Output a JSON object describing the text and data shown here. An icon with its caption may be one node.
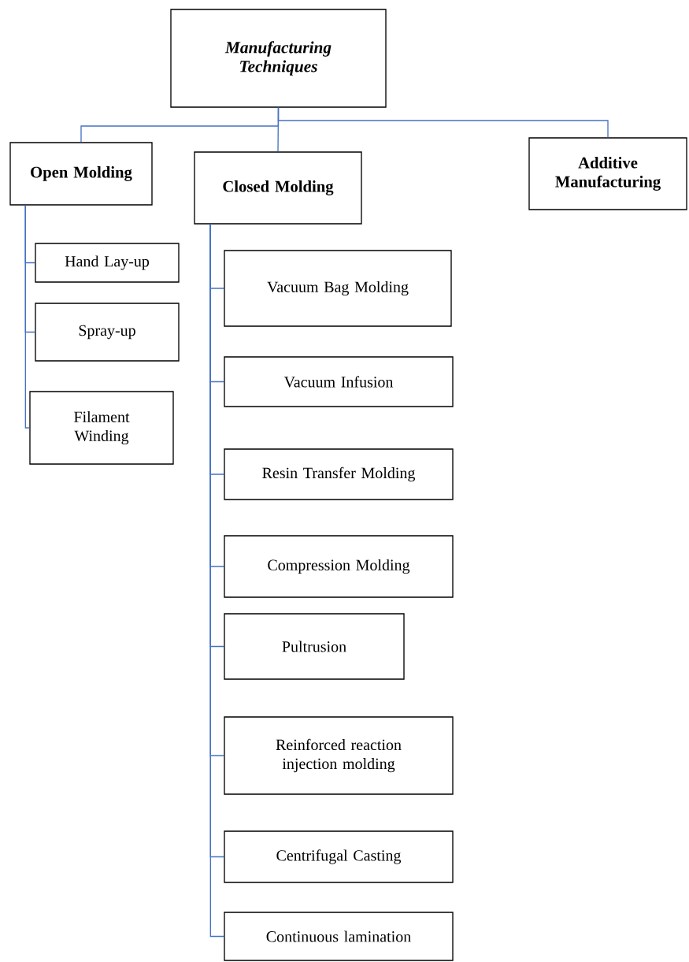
{
  "diagram": {
    "nodes": [
      {
        "text": [
          "Manufacturing Techniques"
        ]
      },
      {
        "text": [
          "Open Molding"
        ]
      },
      {
        "text": [
          "Closed Molding"
        ]
      },
      {
        "text": [
          "Additive Manufacturing"
        ]
      },
      {
        "text": [
          "Hand Lay-up"
        ]
      },
      {
        "text": [
          "Spray-up"
        ]
      },
      {
        "text": [
          "Filament Winding"
        ]
      },
      {
        "text": [
          "Vacuum Bag Molding"
        ]
      },
      {
        "text": [
          "Vacuum Infusion"
        ]
      },
      {
        "text": [
          "Resin Transfer Molding"
        ]
      },
      {
        "text": [
          "Compression Molding"
        ]
      },
      {
        "text": [
          "Pultrusion"
        ]
      },
      {
        "text": [
          "Reinforced reaction injection molding"
        ]
      },
      {
        "text": [
          "Centrifugal Casting"
        ]
      },
      {
        "text": [
          "Continuous lamination"
        ]
      }
    ],
    "edges": [
      {
        "from": 0,
        "to": 1,
        "arrow": "none"
      },
      {
        "from": 0,
        "to": 2,
        "arrow": "none"
      },
      {
        "from": 0,
        "to": 3,
        "arrow": "none"
      },
      {
        "from": 1,
        "to": 4,
        "arrow": "none"
      },
      {
        "from": 1,
        "to": 5,
        "arrow": "none"
      },
      {
        "from": 1,
        "to": 6,
        "arrow": "none"
      },
      {
        "from": 2,
        "to": 7,
        "arrow": "none"
      },
      {
        "from": 2,
        "to": 8,
        "arrow": "none"
      },
      {
        "from": 2,
        "to": 9,
        "arrow": "none"
      },
      {
        "from": 2,
        "to": 10,
        "arrow": "none"
      },
      {
        "from": 2,
        "to": 11,
        "arrow": "none"
      },
      {
        "from": 2,
        "to": 12,
        "arrow": "none"
      },
      {
        "from": 2,
        "to": 13,
        "arrow": "none"
      },
      {
        "from": 2,
        "to": 14,
        "arrow": "none"
      }
    ]
  }
}
